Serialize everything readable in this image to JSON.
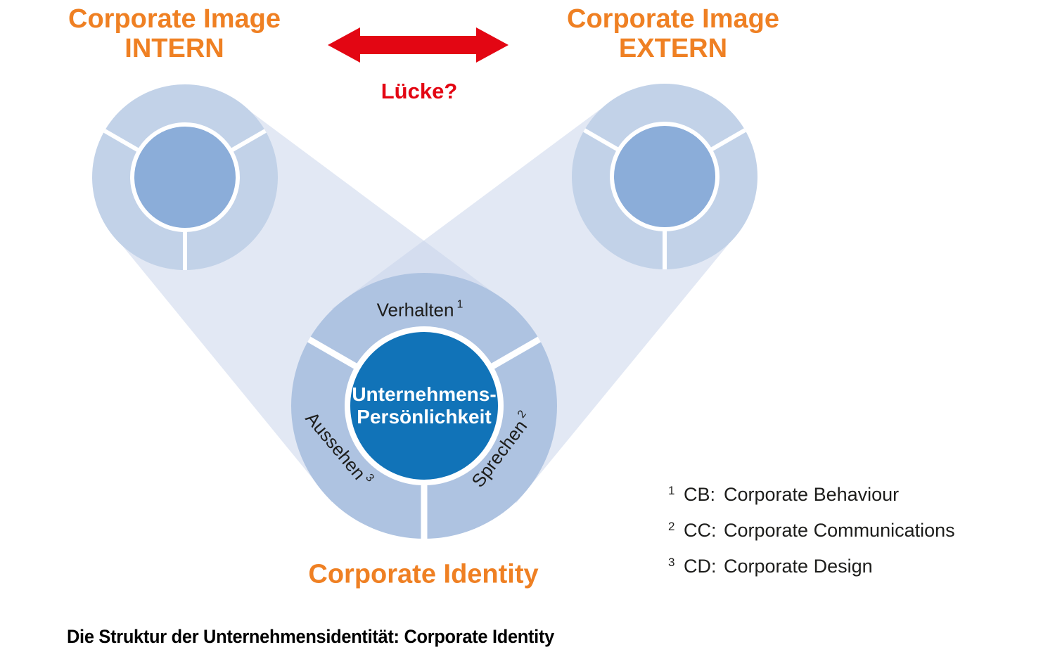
{
  "colors": {
    "accent_orange": "#ef8023",
    "alert_red": "#e30613",
    "beam_blue": "#c7d3ea",
    "ring_outer_small": "#c2d2e8",
    "ring_inner_small": "#8badd9",
    "ring_outer_center": "#aec3e1",
    "core_blue": "#1173b8",
    "divider_white": "#ffffff"
  },
  "header": {
    "intern_title_line1": "Corporate Image",
    "intern_title_line2": "INTERN",
    "extern_title_line1": "Corporate Image",
    "extern_title_line2": "EXTERN",
    "gap_label": "Lücke?"
  },
  "center": {
    "core_line1": "Unternehmens-",
    "core_line2": "Persönlichkeit",
    "segment_top": "Verhalten",
    "segment_top_sup": "1",
    "segment_right": "Sprechen",
    "segment_right_sup": "2",
    "segment_left": "Aussehen",
    "segment_left_sup": "3",
    "identity_label": "Corporate Identity"
  },
  "legend": {
    "items": [
      {
        "sup": "1",
        "abbr": "CB:",
        "name": "Corporate Behaviour"
      },
      {
        "sup": "2",
        "abbr": "CC:",
        "name": "Corporate Communications"
      },
      {
        "sup": "3",
        "abbr": "CD:",
        "name": "Corporate Design"
      }
    ]
  },
  "caption": "Die Struktur der Unternehmensidentität: Corporate Identity"
}
